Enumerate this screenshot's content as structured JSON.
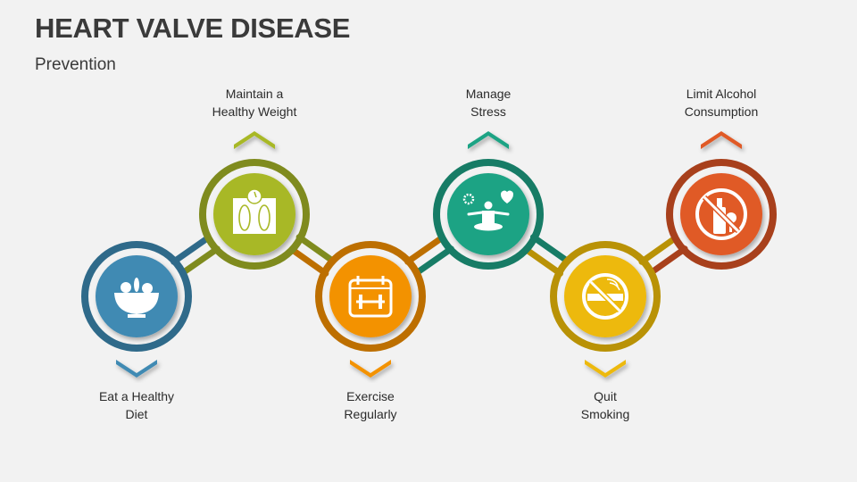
{
  "header": {
    "title": "HEART VALVE DISEASE",
    "subtitle": "Prevention"
  },
  "steps": [
    {
      "label": "Eat a Healthy Diet",
      "lines": [
        "Eat a Healthy",
        "Diet"
      ],
      "icon": "salad-bowl-icon",
      "position": "bottom",
      "ring": "#2F6A8A",
      "fill": "#418AB3"
    },
    {
      "label": "Maintain a Healthy Weight",
      "lines": [
        "Maintain a",
        "Healthy Weight"
      ],
      "icon": "weighing-scale-icon",
      "position": "top",
      "ring": "#7F8B1E",
      "fill": "#A8B825"
    },
    {
      "label": "Exercise Regularly",
      "lines": [
        "Exercise",
        "Regularly"
      ],
      "icon": "calendar-dumbbell-icon",
      "position": "bottom",
      "ring": "#BD6F00",
      "fill": "#F39200"
    },
    {
      "label": "Manage Stress",
      "lines": [
        "Manage",
        "Stress"
      ],
      "icon": "meditation-icon",
      "position": "top",
      "ring": "#177C66",
      "fill": "#1FA384"
    },
    {
      "label": "Quit Smoking",
      "lines": [
        "Quit",
        "Smoking"
      ],
      "icon": "no-smoking-icon",
      "position": "bottom",
      "ring": "#B99206",
      "fill": "#EDB90B"
    },
    {
      "label": "Limit Alcohol Consumption",
      "lines": [
        "Limit Alcohol",
        "Consumption"
      ],
      "icon": "no-alcohol-icon",
      "position": "top",
      "ring": "#A8401C",
      "fill": "#E05A28"
    }
  ]
}
